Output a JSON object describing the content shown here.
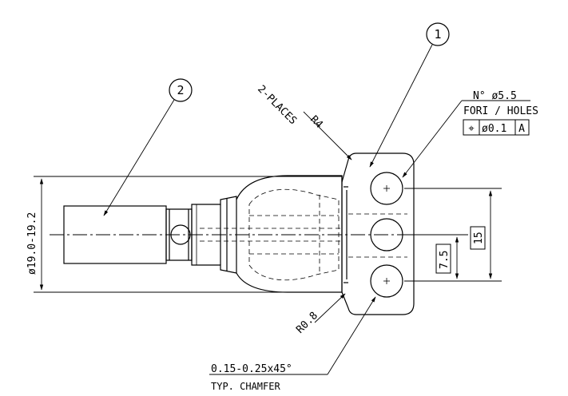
{
  "drawing": {
    "balloons": {
      "part1": "1",
      "part2": "2"
    },
    "labels": {
      "radius_r4": "R4",
      "two_places": "2-PLACES",
      "radius_r08": "R0.8",
      "holes_count": "N° ø5.5",
      "holes_desc": "FORI / HOLES",
      "fcf_symbol": "⌖",
      "fcf_tolerance": "ø0.1",
      "fcf_datum": "A",
      "diameter": "ø19.0-19.2",
      "dim_15": "15",
      "dim_7_5": "7.5",
      "chamfer_size": "0.15-0.25x45°",
      "chamfer_note": "TYP. CHAMFER"
    }
  }
}
